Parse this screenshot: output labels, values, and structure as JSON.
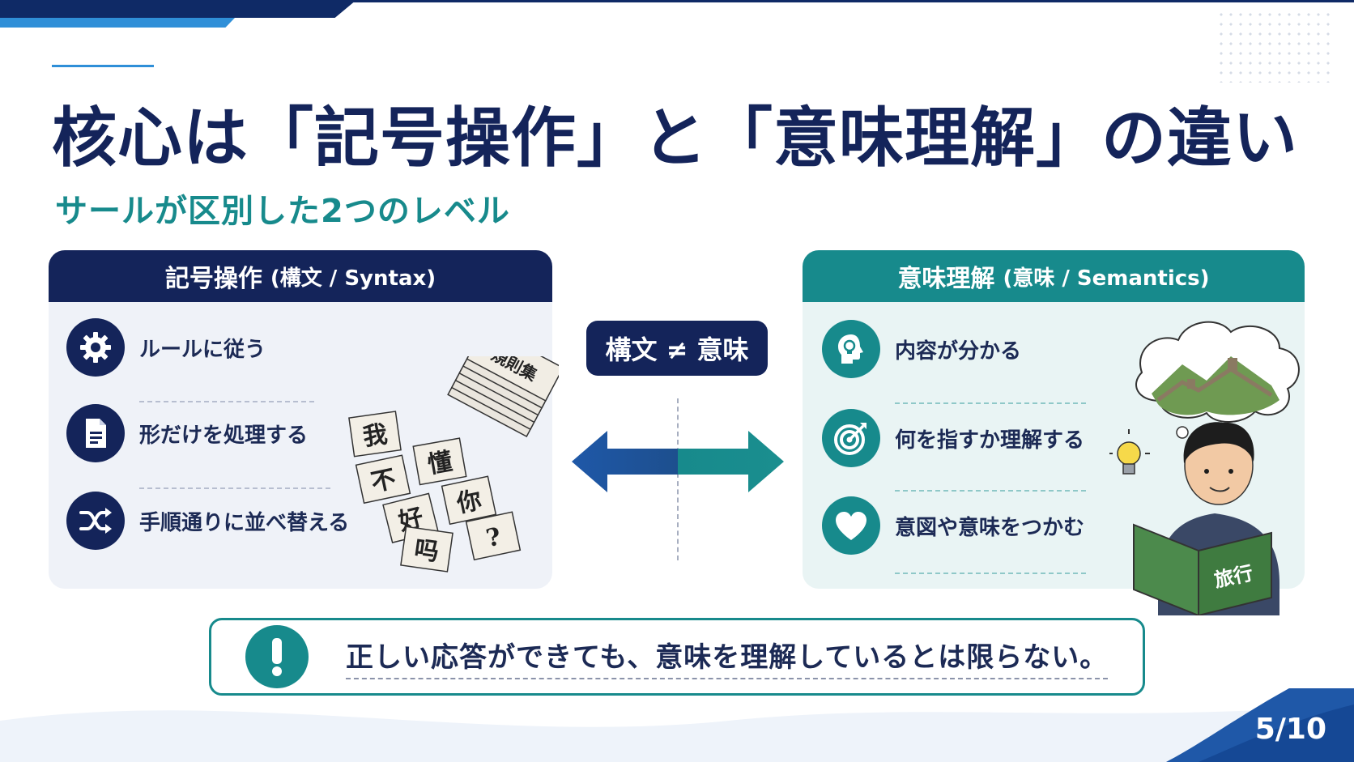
{
  "title": "核心は「記号操作」と「意味理解」の違い",
  "subtitle": "サールが区別した2つのレベル",
  "left_panel": {
    "heading": "記号操作",
    "heading_paren": "(構文 / Syntax)",
    "items": [
      {
        "label": "ルールに従う",
        "icon": "gear-icon"
      },
      {
        "label": "形だけを処理する",
        "icon": "document-icon"
      },
      {
        "label": "手順通りに並べ替える",
        "icon": "shuffle-icon"
      }
    ],
    "illustration": {
      "rulebook_label": "規則集",
      "cards": [
        "我",
        "不",
        "懂",
        "好",
        "你",
        "吗",
        "?"
      ]
    }
  },
  "middle": {
    "badge": "構文 ≠ 意味"
  },
  "right_panel": {
    "heading": "意味理解",
    "heading_paren": "(意味 / Semantics)",
    "items": [
      {
        "label": "内容が分かる",
        "icon": "head-lightbulb-icon"
      },
      {
        "label": "何を指すか理解する",
        "icon": "target-icon"
      },
      {
        "label": "意図や意味をつかむ",
        "icon": "heart-icon"
      }
    ],
    "illustration": {
      "book_label": "旅行"
    }
  },
  "callout": {
    "text": "正しい応答ができても、意味を理解しているとは限らない。"
  },
  "page_number": "5/10",
  "colors": {
    "navy": "#14245a",
    "teal": "#178a8c",
    "blue_accent": "#2f8fd8"
  }
}
